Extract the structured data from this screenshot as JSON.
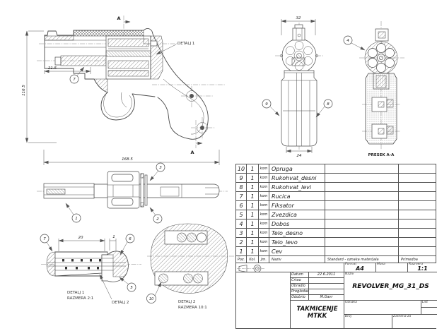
{
  "views": {
    "main": {
      "section_a_top": "A",
      "section_a_bottom": "A",
      "detail1_ref": "DETALJ 1",
      "dim_front": "21.5",
      "dim_height": "116.5",
      "dim_length": "168.5",
      "balloon_7": "7"
    },
    "front": {
      "dim_width_top": "32",
      "dim_width_bottom": "24",
      "balloon_left": "9",
      "balloon_right": "8"
    },
    "section_aa": {
      "label": "PRESEK A-A",
      "balloon_4": "4"
    },
    "top": {
      "balloon_1": "1",
      "balloon_2": "2",
      "balloon_3": "3"
    },
    "detail1": {
      "title": "DETALJ 1",
      "scale": "RAZMERA 2:1",
      "dim_20": "20",
      "dim_1": "1",
      "balloon_7": "7",
      "balloon_6": "6",
      "balloon_5": "5",
      "detail2_ref": "DETALJ 2"
    },
    "detail2": {
      "title": "DETALJ 2",
      "scale": "RAZMERA 10:1",
      "balloon_10": "10"
    }
  },
  "bom": {
    "rows": [
      {
        "poz": "10",
        "kol": "1",
        "jm": "kom",
        "naziv": "Opruga",
        "standard": "",
        "primedba": ""
      },
      {
        "poz": "9",
        "kol": "1",
        "jm": "kom",
        "naziv": "Rukohvat_desni",
        "standard": "",
        "primedba": ""
      },
      {
        "poz": "8",
        "kol": "1",
        "jm": "kom",
        "naziv": "Rukohvat_levi",
        "standard": "",
        "primedba": ""
      },
      {
        "poz": "7",
        "kol": "1",
        "jm": "kom",
        "naziv": "Rucica",
        "standard": "",
        "primedba": ""
      },
      {
        "poz": "6",
        "kol": "1",
        "jm": "kom",
        "naziv": "Fiksator",
        "standard": "",
        "primedba": ""
      },
      {
        "poz": "5",
        "kol": "1",
        "jm": "kom",
        "naziv": "Zvezdica",
        "standard": "",
        "primedba": ""
      },
      {
        "poz": "4",
        "kol": "1",
        "jm": "kom",
        "naziv": "Dobos",
        "standard": "",
        "primedba": ""
      },
      {
        "poz": "3",
        "kol": "1",
        "jm": "kom",
        "naziv": "Telo_desno",
        "standard": "",
        "primedba": ""
      },
      {
        "poz": "2",
        "kol": "1",
        "jm": "kom",
        "naziv": "Telo_levo",
        "standard": "",
        "primedba": ""
      },
      {
        "poz": "1",
        "kol": "1",
        "jm": "kom",
        "naziv": "Cev",
        "standard": "",
        "primedba": ""
      }
    ],
    "header": {
      "poz": "Poz.",
      "kol": "Kol.",
      "jm": "Jm.",
      "naziv": "Naziv",
      "standard": "Standard - oznaka materijala",
      "primedba": "Primedba"
    }
  },
  "titleblock": {
    "format_label": "Format",
    "format_value": "A4",
    "masa_label": "Masa",
    "masa_value": "",
    "razmera_label": "Razmera",
    "razmera_value": "1:1",
    "naziv_label": "Naziv",
    "naziv_value": "REVOLVER_MG_31_DS",
    "meta_rows": [
      {
        "label": "Datum",
        "value": "22.6.2011"
      },
      {
        "label": "Crtao",
        "value": ""
      },
      {
        "label": "Obradio",
        "value": ""
      },
      {
        "label": "Pregledao",
        "value": ""
      },
      {
        "label": "Odobrio",
        "value": "M.Gavr"
      }
    ],
    "org_line1": "TAKMICENJE",
    "org_line2": "MTKK",
    "oznaka_label": "Oznaka",
    "oznaka_value": "",
    "list_label": "List",
    "list_value": "",
    "broj_label": "Broj",
    "zamena_label": "Zamena za"
  }
}
